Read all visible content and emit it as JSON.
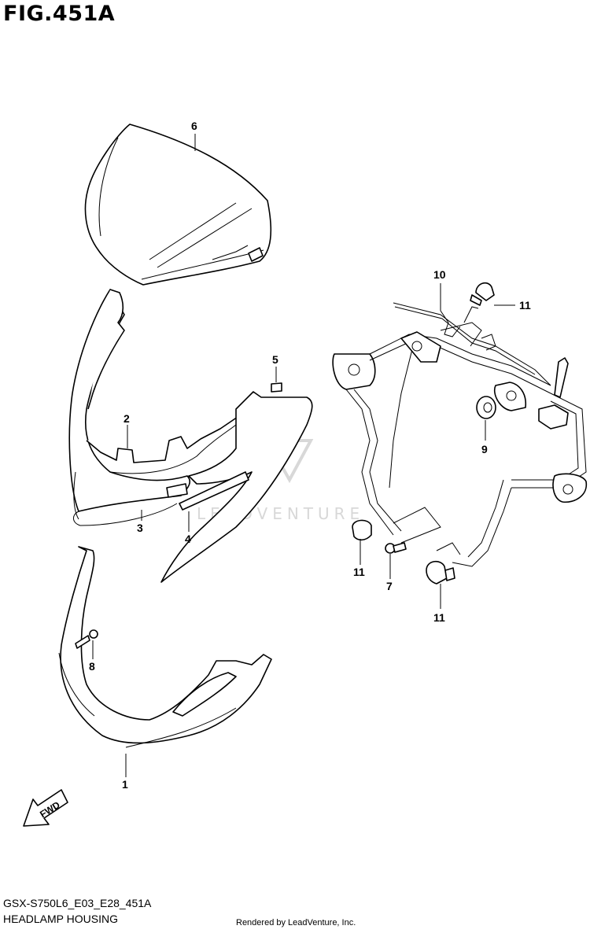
{
  "figure": {
    "title": "FIG.451A",
    "diagram_code": "GSX-S750L6_E03_E28_451A",
    "subtitle": "HEADLAMP HOUSING",
    "rendered_by": "Rendered by LeadVenture, Inc.",
    "watermark": "LEADVENTURE",
    "fwd_label": "FWD"
  },
  "callouts": {
    "c1": "1",
    "c2": "2",
    "c3": "3",
    "c4": "4",
    "c5": "5",
    "c6": "6",
    "c7": "7",
    "c8": "8",
    "c9": "9",
    "c10": "10",
    "c11a": "11",
    "c11b": "11",
    "c11c": "11"
  }
}
